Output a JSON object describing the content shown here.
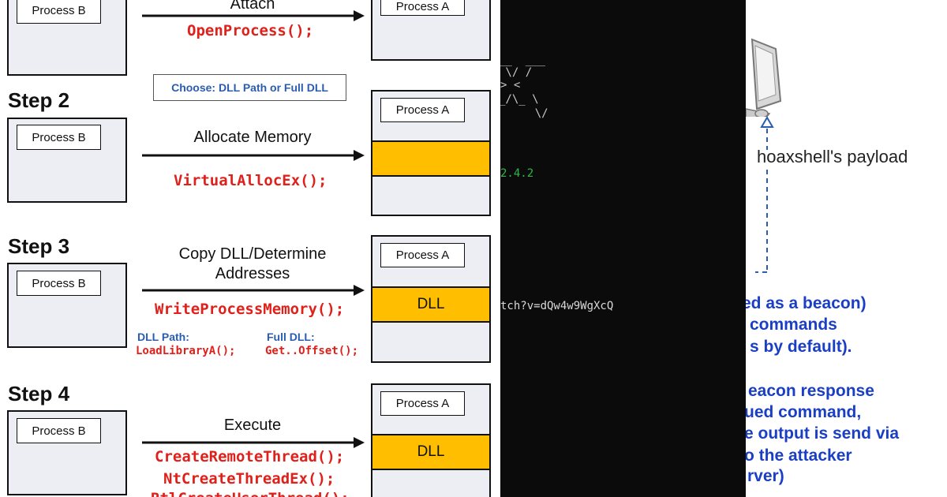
{
  "diagram": {
    "process_b_label": "Process B",
    "process_a_label": "Process A",
    "dll_label": "DLL",
    "choose_box": "Choose: DLL Path or Full DLL",
    "steps": [
      {
        "title": "",
        "action": "Attach",
        "apis": [
          "OpenProcess();"
        ]
      },
      {
        "title": "Step 2",
        "action": "Allocate Memory",
        "apis": [
          "VirtualAllocEx();"
        ]
      },
      {
        "title": "Step 3",
        "action_line1": "Copy DLL/Determine",
        "action_line2": "Addresses",
        "apis": [
          "WriteProcessMemory();"
        ],
        "dll_path_label": "DLL Path:",
        "dll_path_api": "LoadLibraryA();",
        "full_dll_label": "Full DLL:",
        "full_dll_api": "Get..Offset();"
      },
      {
        "title": "Step 4",
        "action": "Execute",
        "apis": [
          "CreateRemoteThread();",
          "NtCreateThreadEx();",
          "RtlCreateUserThread();"
        ]
      }
    ]
  },
  "terminal": {
    "ascii_lines": [
      "__  ___",
      " \\/ /",
      "> <",
      "_/\\_ \\",
      "    \\/"
    ],
    "version": "2.4.2",
    "url_fragment": "tch?v=dQw4w9WgXcQ",
    "colors": {
      "ascii": "#c8c8c8",
      "version": "#2fb84a",
      "url": "#d8d8d8"
    }
  },
  "network": {
    "payload_label": "hoaxshell's payload",
    "lines": [
      "ed as a beacon)",
      "commands",
      "s by default).",
      "",
      "eacon response",
      "ued command,",
      "e output is send via",
      "o the attacker",
      "rver)"
    ],
    "accent": "#1a3fc4"
  }
}
